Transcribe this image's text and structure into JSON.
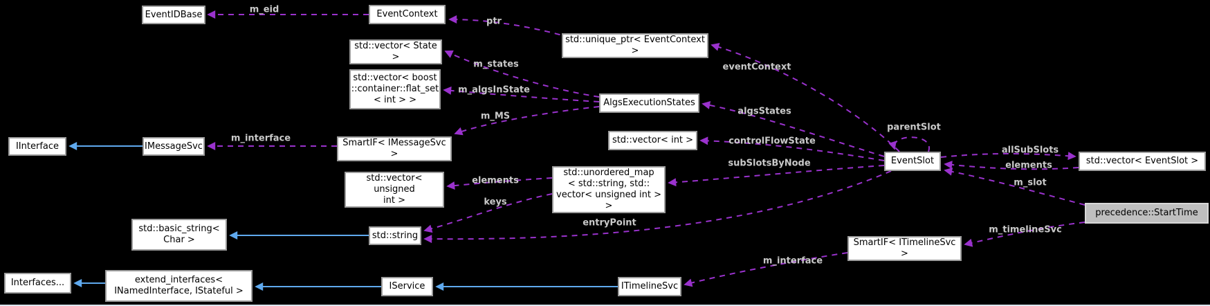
{
  "colors": {
    "background": "#000000",
    "node_fill": "#ffffff",
    "node_border": "#9c9c9c",
    "node_text": "#000000",
    "highlight_fill": "#bfbfbf",
    "highlight_border": "#d8d8d8",
    "uses_edge": "#9a32cd",
    "inherits_edge": "#5fa9ee",
    "edge_label": "#c9c9c9",
    "bottom_strip": "#dde6f0"
  },
  "nodes": [
    {
      "id": "event-id-base",
      "label": "EventIDBase",
      "highlight": false
    },
    {
      "id": "event-context",
      "label": "EventContext",
      "highlight": false
    },
    {
      "id": "unique-ptr-event-context",
      "label": "std::unique_ptr< EventContext >",
      "highlight": false
    },
    {
      "id": "vector-state",
      "label": "std::vector< State >",
      "highlight": false
    },
    {
      "id": "vector-flat-set-int",
      "label": "std::vector< boost\n::container::flat_set\n< int > >",
      "highlight": false
    },
    {
      "id": "algs-execution-states",
      "label": "AlgsExecutionStates",
      "highlight": false
    },
    {
      "id": "vector-int",
      "label": "std::vector< int >",
      "highlight": false
    },
    {
      "id": "iinterface",
      "label": "IInterface",
      "highlight": false
    },
    {
      "id": "imessagesvc",
      "label": "IMessageSvc",
      "highlight": false
    },
    {
      "id": "smartif-imessagesvc",
      "label": "SmartIF< IMessageSvc >",
      "highlight": false
    },
    {
      "id": "event-slot",
      "label": "EventSlot",
      "highlight": false
    },
    {
      "id": "vector-event-slot",
      "label": "std::vector< EventSlot >",
      "highlight": false
    },
    {
      "id": "unordered-map",
      "label": "std::unordered_map\n< std::string, std::\nvector< unsigned int > >",
      "highlight": false
    },
    {
      "id": "vector-unsigned-int",
      "label": "std::vector< unsigned\nint >",
      "highlight": false
    },
    {
      "id": "precedence-start-time",
      "label": "precedence::StartTime",
      "highlight": true
    },
    {
      "id": "smartif-itimelinesvc",
      "label": "SmartIF< ITimelineSvc >",
      "highlight": false
    },
    {
      "id": "basic-string",
      "label": "std::basic_string<\nChar >",
      "highlight": false
    },
    {
      "id": "std-string",
      "label": "std::string",
      "highlight": false
    },
    {
      "id": "interfaces",
      "label": "Interfaces...",
      "highlight": false
    },
    {
      "id": "extend-interfaces",
      "label": "extend_interfaces<\nINamedInterface, IStateful >",
      "highlight": false
    },
    {
      "id": "iservice",
      "label": "IService",
      "highlight": false
    },
    {
      "id": "itimelinesvc",
      "label": "ITimelineSvc",
      "highlight": false
    }
  ],
  "edges": [
    {
      "id": "m-eid",
      "label": "m_eid",
      "kind": "uses",
      "from": "event-context",
      "to": "event-id-base"
    },
    {
      "id": "ptr",
      "label": "ptr",
      "kind": "uses",
      "from": "unique-ptr-event-context",
      "to": "event-context"
    },
    {
      "id": "m-states",
      "label": "m_states",
      "kind": "uses",
      "from": "algs-execution-states",
      "to": "vector-state"
    },
    {
      "id": "m-algsinstate",
      "label": "m_algsInState",
      "kind": "uses",
      "from": "algs-execution-states",
      "to": "vector-flat-set-int"
    },
    {
      "id": "m-ms",
      "label": "m_MS",
      "kind": "uses",
      "from": "algs-execution-states",
      "to": "smartif-imessagesvc"
    },
    {
      "id": "m-interface-imessagesvc",
      "label": "m_interface",
      "kind": "uses",
      "from": "smartif-imessagesvc",
      "to": "imessagesvc"
    },
    {
      "id": "eventcontext",
      "label": "eventContext",
      "kind": "uses",
      "from": "event-slot",
      "to": "unique-ptr-event-context"
    },
    {
      "id": "algsstates",
      "label": "algsStates",
      "kind": "uses",
      "from": "event-slot",
      "to": "algs-execution-states"
    },
    {
      "id": "controlflowstate",
      "label": "controlFlowState",
      "kind": "uses",
      "from": "event-slot",
      "to": "vector-int"
    },
    {
      "id": "subslotsbynode",
      "label": "subSlotsByNode",
      "kind": "uses",
      "from": "event-slot",
      "to": "unordered-map"
    },
    {
      "id": "parentslot",
      "label": "parentSlot",
      "kind": "uses",
      "from": "event-slot",
      "to": "event-slot"
    },
    {
      "id": "allsubslots",
      "label": "allSubSlots",
      "kind": "uses",
      "from": "event-slot",
      "to": "vector-event-slot"
    },
    {
      "id": "elements-subslots",
      "label": "elements",
      "kind": "uses",
      "from": "vector-event-slot",
      "to": "event-slot"
    },
    {
      "id": "m-slot",
      "label": "m_slot",
      "kind": "uses",
      "from": "precedence-start-time",
      "to": "event-slot"
    },
    {
      "id": "elements-map",
      "label": "elements",
      "kind": "uses",
      "from": "unordered-map",
      "to": "vector-unsigned-int"
    },
    {
      "id": "keys",
      "label": "keys",
      "kind": "uses",
      "from": "unordered-map",
      "to": "std-string"
    },
    {
      "id": "entrypoint",
      "label": "entryPoint",
      "kind": "uses",
      "from": "event-slot",
      "to": "std-string"
    },
    {
      "id": "m-timelinesvc",
      "label": "m_timelineSvc",
      "kind": "uses",
      "from": "precedence-start-time",
      "to": "smartif-itimelinesvc"
    },
    {
      "id": "m-interface-itimelinesvc",
      "label": "m_interface",
      "kind": "uses",
      "from": "smartif-itimelinesvc",
      "to": "itimelinesvc"
    },
    {
      "id": "inherit-imessagesvc",
      "label": "",
      "kind": "inherits",
      "from": "imessagesvc",
      "to": "iinterface"
    },
    {
      "id": "inherit-string",
      "label": "",
      "kind": "inherits",
      "from": "std-string",
      "to": "basic-string"
    },
    {
      "id": "inherit-extend",
      "label": "",
      "kind": "inherits",
      "from": "extend-interfaces",
      "to": "interfaces"
    },
    {
      "id": "inherit-iservice",
      "label": "",
      "kind": "inherits",
      "from": "iservice",
      "to": "extend-interfaces"
    },
    {
      "id": "inherit-itimelinesvc",
      "label": "",
      "kind": "inherits",
      "from": "itimelinesvc",
      "to": "iservice"
    }
  ]
}
